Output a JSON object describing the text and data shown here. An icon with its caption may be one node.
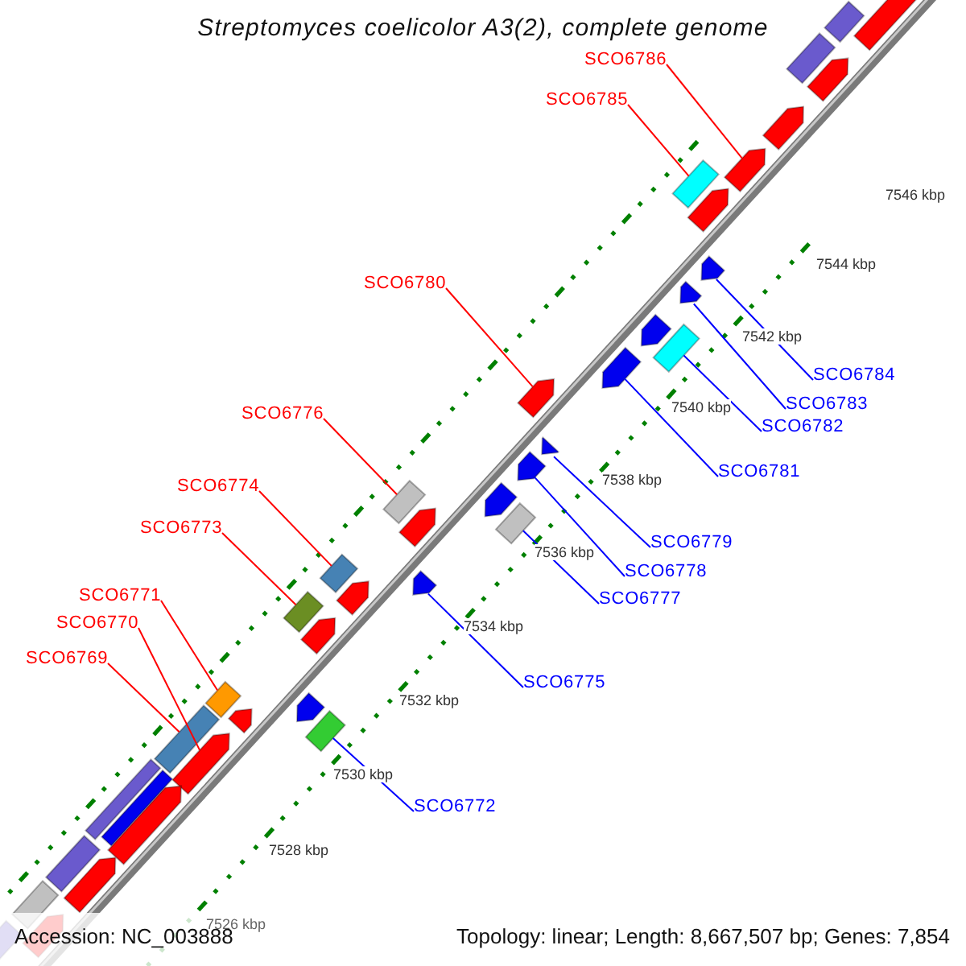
{
  "diagram": {
    "title": "Streptomyces coelicolor A3(2), complete genome",
    "nodes": [
      {
        "text": [
          "SCO6786"
        ]
      },
      {
        "text": [
          "SCO6785"
        ]
      },
      {
        "text": [
          "SCO6780"
        ]
      },
      {
        "text": [
          "SCO6784"
        ]
      },
      {
        "text": [
          "SCO6783"
        ]
      },
      {
        "text": [
          "SCO6776"
        ]
      },
      {
        "text": [
          "SCO6782"
        ]
      },
      {
        "text": [
          "SCO6781"
        ]
      },
      {
        "text": [
          "SCO6774"
        ]
      },
      {
        "text": [
          "SCO6773"
        ]
      },
      {
        "text": [
          "SCO6779"
        ]
      },
      {
        "text": [
          "SCO6778"
        ]
      },
      {
        "text": [
          "SCO6771"
        ]
      },
      {
        "text": [
          "SCO6777"
        ]
      },
      {
        "text": [
          "SCO6770"
        ]
      },
      {
        "text": [
          "SCO6769"
        ]
      },
      {
        "text": [
          "SCO6775"
        ]
      },
      {
        "text": [
          "SCO6772"
        ]
      },
      {
        "text": [],
        "shape": "pentagon"
      },
      {
        "text": [],
        "shape": "box"
      },
      {
        "text": [],
        "shape": "pentagon"
      },
      {
        "text": [],
        "shape": "pentagon"
      },
      {
        "text": [],
        "shape": "pentagon"
      },
      {
        "text": [],
        "shape": "box"
      },
      {
        "text": [],
        "shape": "box"
      },
      {
        "text": [],
        "shape": "pentagon"
      },
      {
        "text": [],
        "shape": "box"
      },
      {
        "text": [],
        "shape": "box"
      },
      {
        "text": [],
        "shape": "pentagon"
      },
      {
        "text": [],
        "shape": "pentagon"
      },
      {
        "text": [],
        "shape": "box"
      },
      {
        "text": [],
        "shape": "box"
      },
      {
        "text": [],
        "shape": "pentagon"
      },
      {
        "text": [],
        "shape": "box"
      },
      {
        "text": [],
        "shape": "pentagon"
      },
      {
        "text": [],
        "shape": "box"
      },
      {
        "text": [],
        "shape": "box"
      },
      {
        "text": [],
        "shape": "pentagon"
      },
      {
        "text": [],
        "shape": "box"
      },
      {
        "text": [],
        "shape": "pentagon"
      },
      {
        "text": [],
        "shape": "pentagon"
      },
      {
        "text": [],
        "shape": "pentagon"
      },
      {
        "text": [],
        "shape": "pentagon"
      },
      {
        "text": [],
        "shape": "pentagon"
      },
      {
        "text": [],
        "shape": "pentagon"
      },
      {
        "text": [],
        "shape": "pentagon"
      },
      {
        "text": [],
        "shape": "pentagon"
      },
      {
        "text": [],
        "shape": "pentagon"
      },
      {
        "text": [],
        "shape": "pentagon"
      },
      {
        "text": [],
        "shape": "box"
      },
      {
        "text": [],
        "shape": "box"
      },
      {
        "text": [],
        "shape": "pentagon"
      },
      {
        "text": [],
        "shape": "box"
      },
      {
        "text": [],
        "shape": "pentagon"
      },
      {
        "text": [],
        "shape": "box"
      },
      {
        "text": [],
        "shape": "pentagon"
      },
      {
        "text": [],
        "shape": "box"
      }
    ],
    "edges": [
      {
        "from": 0,
        "to": 18,
        "arrow": "none",
        "color": "#ff0000"
      },
      {
        "from": 1,
        "to": 19,
        "arrow": "none",
        "color": "#ff0000"
      },
      {
        "from": 2,
        "to": 20,
        "arrow": "none",
        "color": "#ff0000"
      },
      {
        "from": 3,
        "to": 21,
        "arrow": "none",
        "color": "#0000ff"
      },
      {
        "from": 4,
        "to": 22,
        "arrow": "none",
        "color": "#0000ff"
      },
      {
        "from": 5,
        "to": 23,
        "arrow": "none",
        "color": "#ff0000"
      },
      {
        "from": 6,
        "to": 24,
        "arrow": "none",
        "color": "#0000ff"
      },
      {
        "from": 7,
        "to": 25,
        "arrow": "none",
        "color": "#0000ff"
      },
      {
        "from": 8,
        "to": 26,
        "arrow": "none",
        "color": "#ff0000"
      },
      {
        "from": 9,
        "to": 27,
        "arrow": "none",
        "color": "#ff0000"
      },
      {
        "from": 10,
        "to": 28,
        "arrow": "none",
        "color": "#0000ff"
      },
      {
        "from": 11,
        "to": 29,
        "arrow": "none",
        "color": "#0000ff"
      },
      {
        "from": 12,
        "to": 30,
        "arrow": "none",
        "color": "#ff0000"
      },
      {
        "from": 13,
        "to": 31,
        "arrow": "none",
        "color": "#0000ff"
      },
      {
        "from": 14,
        "to": 32,
        "arrow": "none",
        "color": "#ff0000"
      },
      {
        "from": 15,
        "to": 33,
        "arrow": "none",
        "color": "#ff0000"
      },
      {
        "from": 16,
        "to": 34,
        "arrow": "none",
        "color": "#0000ff"
      },
      {
        "from": 17,
        "to": 35,
        "arrow": "none",
        "color": "#0000ff"
      }
    ],
    "labels": [
      "7546 kbp",
      "7544 kbp",
      "7542 kbp",
      "7540 kbp",
      "7538 kbp",
      "7536 kbp",
      "7534 kbp",
      "7532 kbp",
      "7530 kbp",
      "7528 kbp",
      "7526 kbp",
      "Accession: NC_003888",
      "Topology: linear; Length: 8,667,507 bp; Genes: 7,854"
    ]
  }
}
